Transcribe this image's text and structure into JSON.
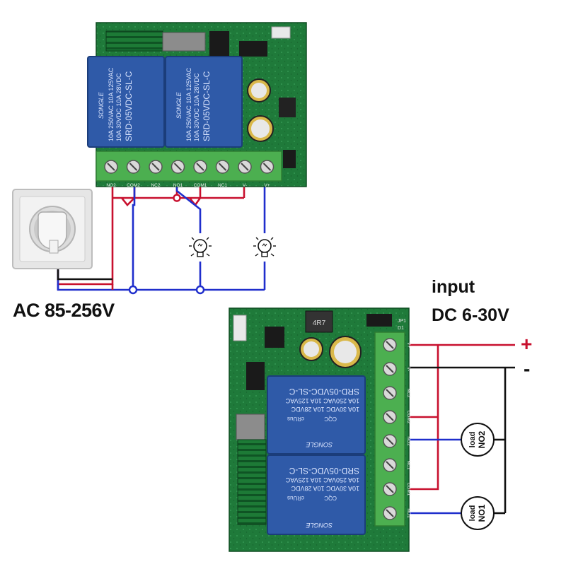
{
  "labels": {
    "ac_voltage": "AC 85-256V",
    "input": "input",
    "dc_voltage": "DC 6-30V",
    "plus": "+",
    "minus": "-"
  },
  "relays": {
    "model": "SRD-05VDC-SL-C",
    "rating1": "10A 250VAC  10A 125VAC",
    "rating2": "10A 30VDC  10A 28VDC",
    "brand": "SONGLE",
    "ul": "cRUus",
    "cqc": "CQC"
  },
  "top_board": {
    "terminals": [
      "NO2",
      "COM2",
      "NC2",
      "NO1",
      "COM1",
      "NC1",
      "V-",
      "V+"
    ]
  },
  "bottom_board": {
    "terminals": [
      "V+",
      "V-",
      "NC2",
      "COM2",
      "NO2",
      "NC1",
      "COM1",
      "NO1"
    ],
    "markings": [
      "JP1",
      "D1"
    ],
    "inductor": "4R7"
  },
  "loads": [
    {
      "line1": "load",
      "line2": "NO2"
    },
    {
      "line1": "load",
      "line2": "NO1"
    }
  ],
  "colors": {
    "live_wire": "#c8102e",
    "neutral_wire": "#1f2ecc",
    "dc_negative_wire": "#111111",
    "pcb": "#1f7a3a",
    "relay": "#2f5aa8",
    "terminal": "#4caf50"
  }
}
